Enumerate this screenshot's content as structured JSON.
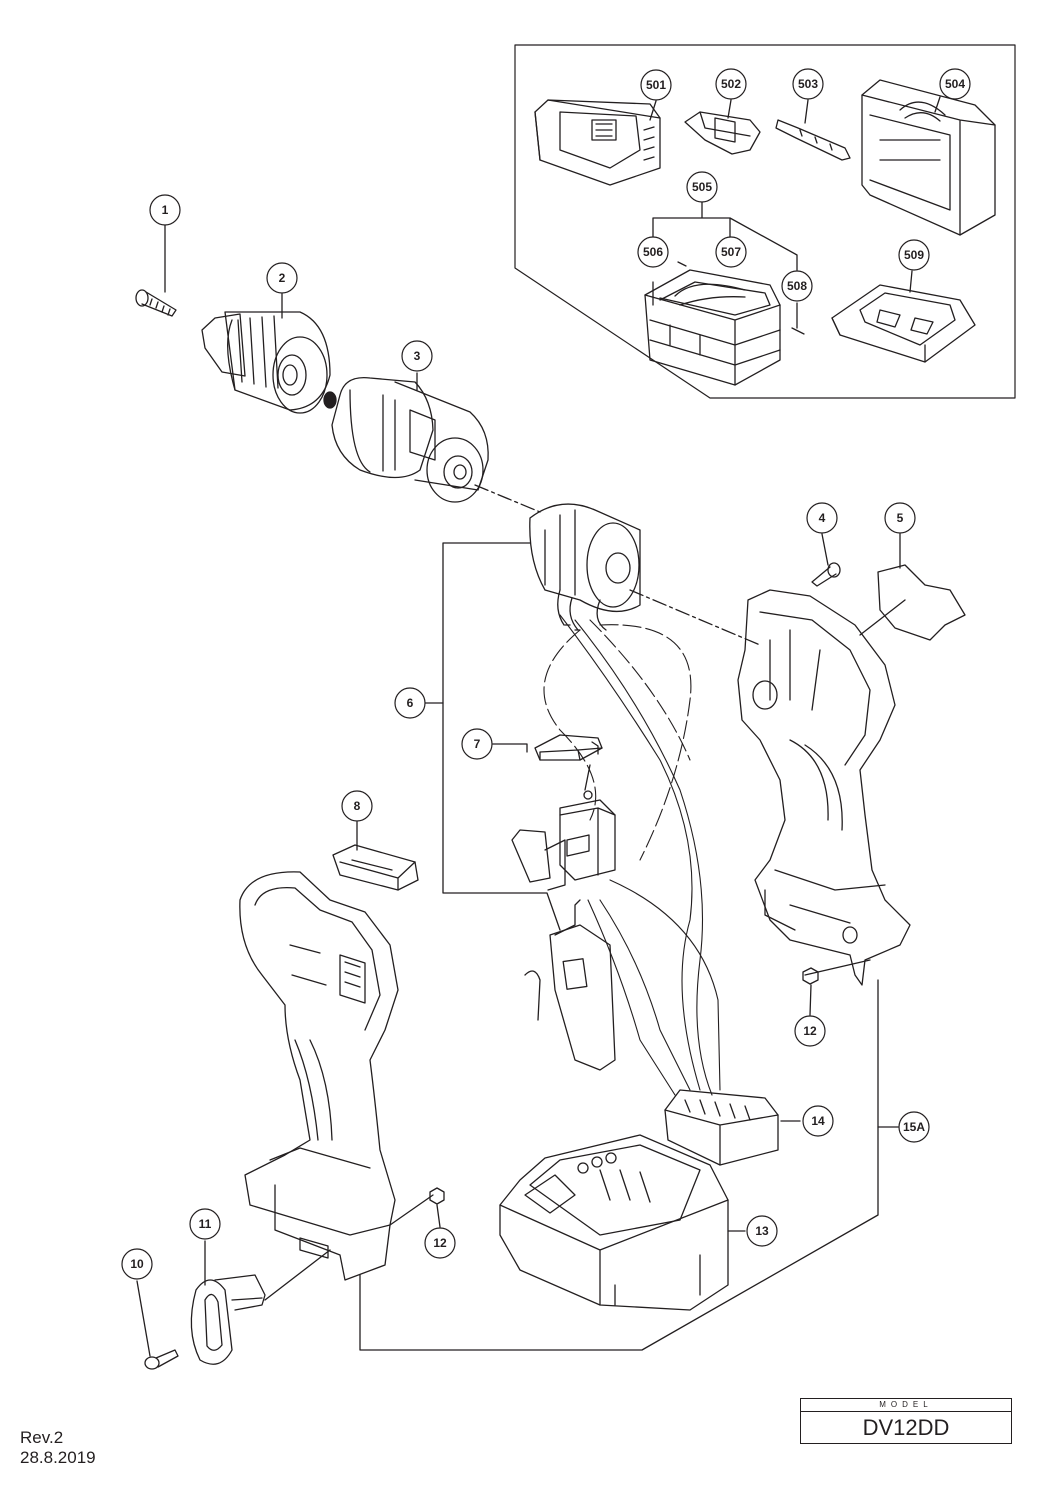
{
  "callouts": {
    "c1": "1",
    "c2": "2",
    "c3": "3",
    "c4": "4",
    "c5": "5",
    "c6": "6",
    "c7": "7",
    "c8": "8",
    "c10": "10",
    "c11": "11",
    "c12a": "12",
    "c12b": "12",
    "c13": "13",
    "c14": "14",
    "c15a": "15A",
    "c501": "501",
    "c502": "502",
    "c503": "503",
    "c504": "504",
    "c505": "505",
    "c506": "506",
    "c507": "507",
    "c508": "508",
    "c509": "509"
  },
  "footer": {
    "revision": "Rev.2",
    "date": "28.8.2019",
    "model_label": "MODEL",
    "model_value": "DV12DD"
  }
}
